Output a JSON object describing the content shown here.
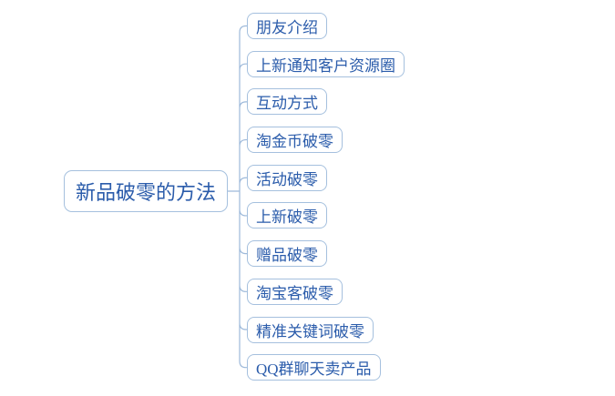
{
  "mindmap": {
    "root": {
      "label": "新品破零的方法"
    },
    "children": [
      {
        "label": "朋友介绍"
      },
      {
        "label": "上新通知客户资源圈"
      },
      {
        "label": "互动方式"
      },
      {
        "label": "淘金币破零"
      },
      {
        "label": "活动破零"
      },
      {
        "label": "上新破零"
      },
      {
        "label": "赠品破零"
      },
      {
        "label": "淘宝客破零"
      },
      {
        "label": "精准关键词破零"
      },
      {
        "label": "QQ群聊天卖产品"
      }
    ],
    "colors": {
      "node_border": "#a5c0de",
      "node_text": "#2b5cab",
      "connector": "#9db9da",
      "background": "#ffffff"
    }
  }
}
